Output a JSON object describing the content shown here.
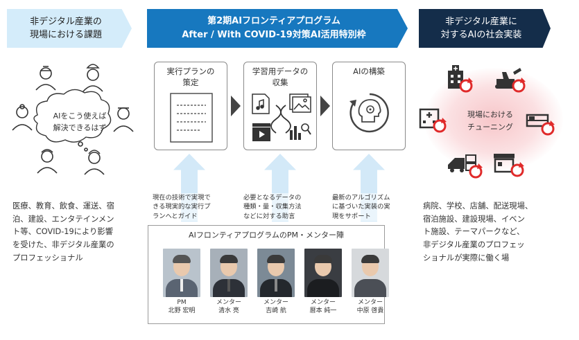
{
  "banners": {
    "left": "非デジタル産業の\n現場における課題",
    "middle_line1": "第2期AIフロンティアプログラム",
    "middle_line2": "After / With COVID-19対策AI活用特別枠",
    "right": "非デジタル産業に\n対するAIの社会実装"
  },
  "left_panel": {
    "thought_bubble": "AIをこう使えば\n解決できるはず",
    "description": "医療、教育、飲食、運送、宿\n泊、建設、エンタテインメン\nト等、COVID-19により影響\nを受けた、非デジタル産業の\nプロフェッショナル"
  },
  "steps": [
    {
      "title": "実行プランの\n策定",
      "caption": "現在の技術で実現で\nきる現実的な実行プ\nランへとガイド"
    },
    {
      "title": "学習用データの\n収集",
      "caption": "必要となるデータの\n種類・量・収集方法\nなどに対する助言"
    },
    {
      "title": "AIの構築",
      "caption": "最新のアルゴリズム\nに基づいた実装の実\n現をサポート"
    }
  ],
  "mentors": {
    "title": "AIフロンティアプログラムのPM・メンター陣",
    "people": [
      {
        "role": "PM",
        "name": "北野 宏明"
      },
      {
        "role": "メンター",
        "name": "清水 亮"
      },
      {
        "role": "メンター",
        "name": "吉崎 航"
      },
      {
        "role": "メンター",
        "name": "暦本 純一"
      },
      {
        "role": "メンター",
        "name": "中原 啓貴"
      }
    ]
  },
  "right_panel": {
    "center_label": "現場における\nチューニング",
    "description": "病院、学校、店舗、配送現場、\n宿泊施設、建設現場、イベン\nト施設、テーマパークなど、\n非デジタル産業のプロフェッ\nショナルが実際に働く場"
  },
  "colors": {
    "light_blue": "#d4ecfa",
    "program_blue": "#1778bf",
    "dark_navy": "#142d4a",
    "accent_red": "#e02a2a",
    "arrow_blue": "#d3e9f8"
  },
  "icons": [
    "hospital-icon",
    "construction-icon",
    "school-icon",
    "hotel-bed-icon",
    "delivery-truck-icon",
    "store-icon",
    "music-file-icon",
    "image-icon",
    "dna-icon",
    "film-icon",
    "chart-search-icon",
    "ai-brain-cycle-icon",
    "document-icon"
  ]
}
